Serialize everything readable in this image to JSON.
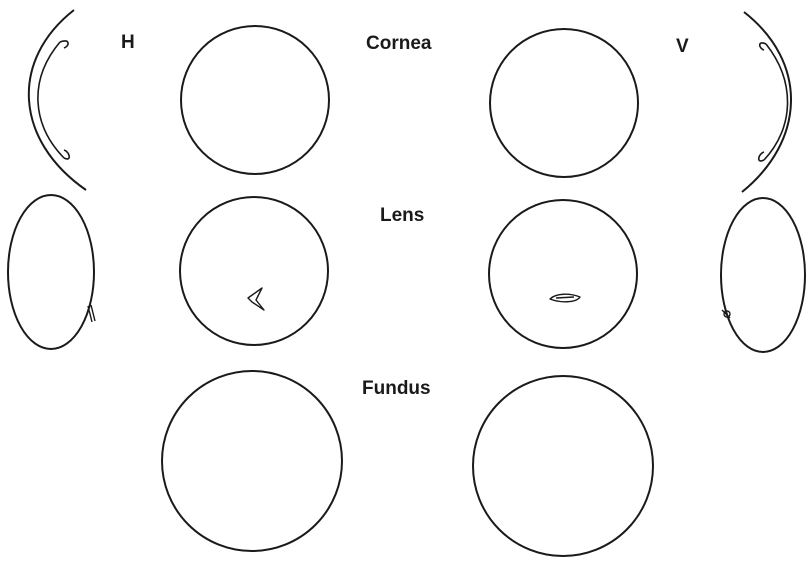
{
  "labels": {
    "left_eye": "H",
    "right_eye": "V",
    "row1": "Cornea",
    "row2": "Lens",
    "row3": "Fundus"
  },
  "colors": {
    "ink": "#1a1a1a",
    "background": "#ffffff"
  }
}
